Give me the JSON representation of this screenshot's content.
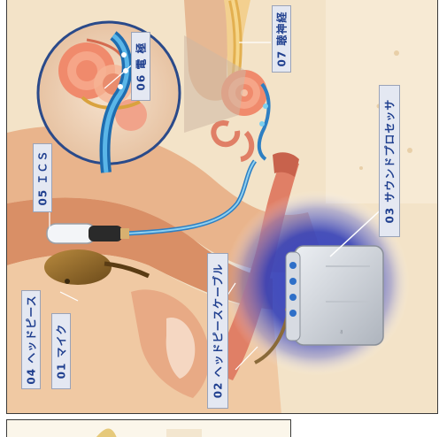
{
  "labels": {
    "auditory_nerve": "07 聴神経",
    "electrode": "06 電 極",
    "sound_processor": "03 サウンドプロセッサ",
    "ics": "05 ＩＣＳ",
    "headpiece_cable": "02 ヘッドピースケーブル",
    "headpiece": "04 ヘッドピース",
    "microphone": "01 マイク"
  },
  "colors": {
    "skin": "#f2d6b4",
    "tissue": "#e9b48c",
    "cochlea": "#e87f62",
    "label_text": "#1f3f8f",
    "processor_glow": "#2b36b0"
  }
}
